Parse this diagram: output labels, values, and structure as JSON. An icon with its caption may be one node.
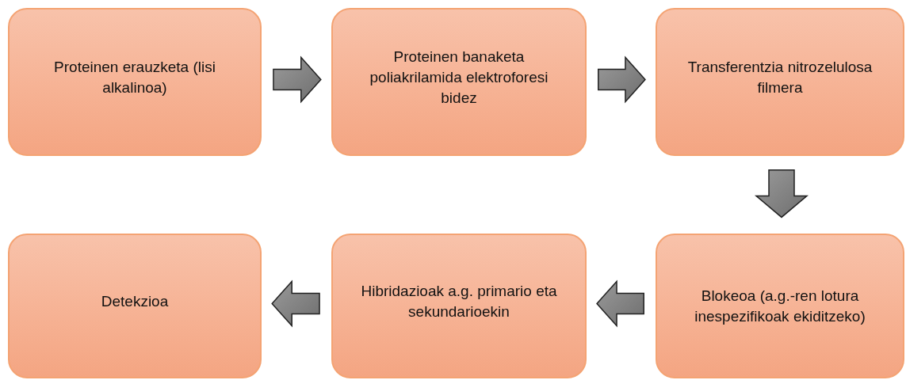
{
  "diagram": {
    "nodes": [
      {
        "text": [
          "Proteinen erauzketa (lisi alkalinoa)"
        ]
      },
      {
        "text": [
          "Proteinen banaketa poliakrilamida elektroforesi bidez"
        ]
      },
      {
        "text": [
          "Transferentzia nitrozelulosa filmera"
        ]
      },
      {
        "text": [
          "Detekzioa"
        ]
      },
      {
        "text": [
          "Hibridazioak a.g. primario eta sekundarioekin"
        ]
      },
      {
        "text": [
          "Blokeoa (a.g.-ren lotura inespezifikoak ekiditzeko)"
        ]
      }
    ],
    "edges": [
      {
        "from": 0,
        "to": 1,
        "arrow": "to"
      },
      {
        "from": 1,
        "to": 2,
        "arrow": "to"
      },
      {
        "from": 2,
        "to": 5,
        "arrow": "to"
      },
      {
        "from": 5,
        "to": 4,
        "arrow": "to"
      },
      {
        "from": 4,
        "to": 3,
        "arrow": "to"
      }
    ]
  }
}
